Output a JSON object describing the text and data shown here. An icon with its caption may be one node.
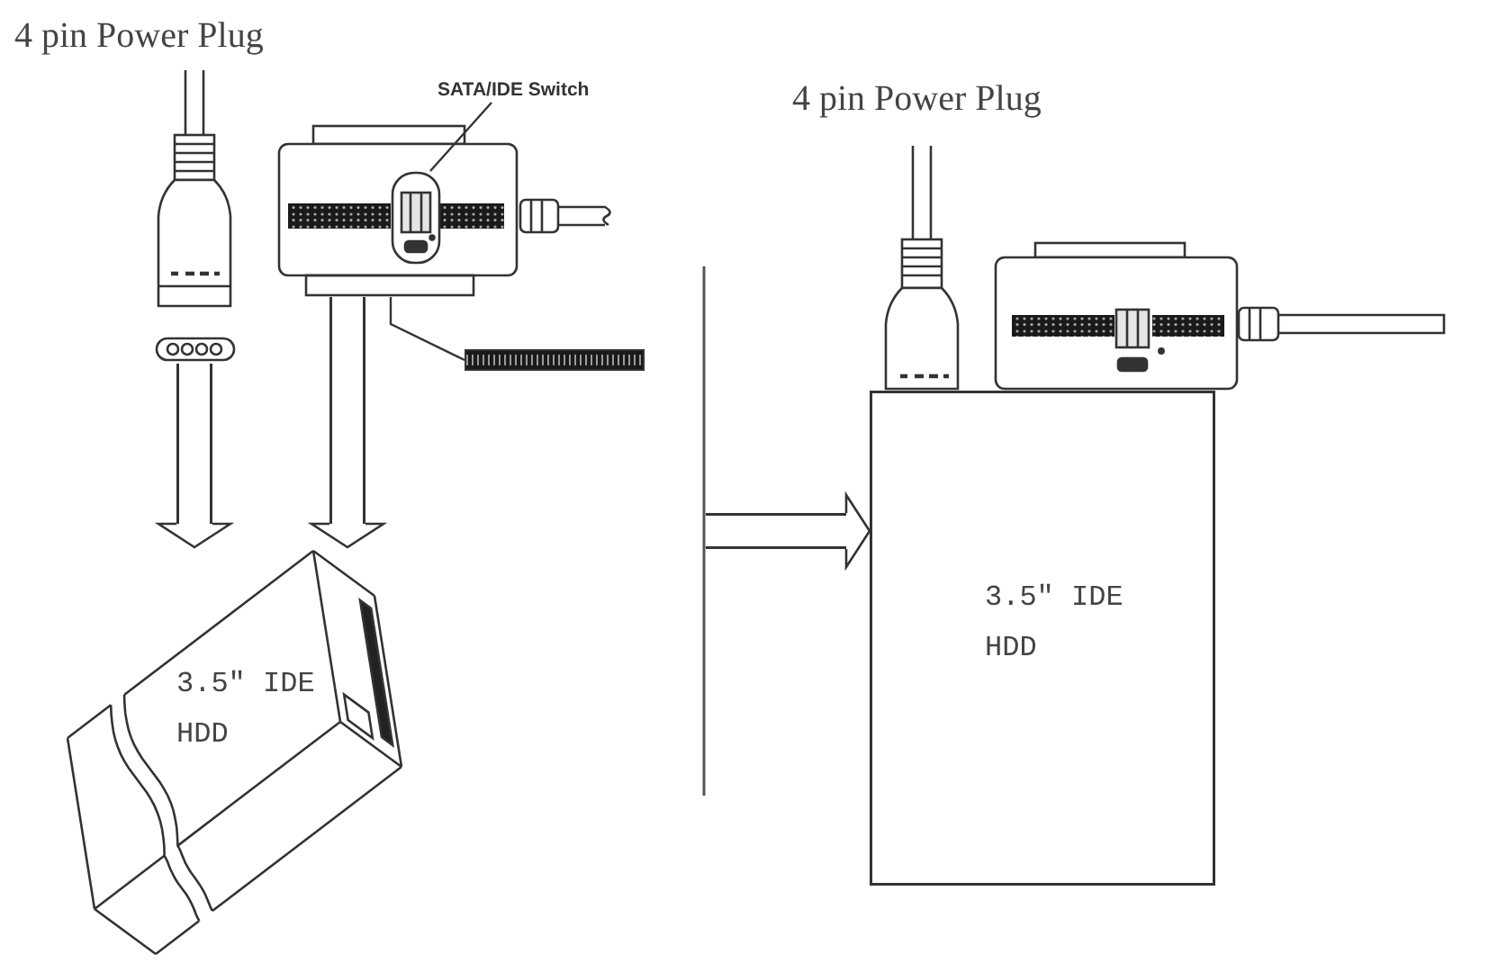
{
  "diagram": {
    "nodes": [
      {
        "text": [],
        "shape": "picture",
        "beside": [
          "4 pin Power Plug"
        ]
      },
      {
        "text": [
          "SATA/IDE Switch"
        ]
      },
      {
        "text": [],
        "shape": "picture"
      },
      {
        "text": [],
        "shape": "picture",
        "in": 2
      },
      {
        "text": [],
        "shape": "bar"
      },
      {
        "text": [
          "3.5\" IDE HDD"
        ]
      },
      {
        "text": [],
        "shape": "picture",
        "beside": [
          "4 pin Power Plug"
        ]
      },
      {
        "text": [],
        "shape": "picture"
      },
      {
        "text": [
          "3.5\" IDE HDD"
        ]
      }
    ],
    "edges": [
      {
        "from": 1,
        "to": 3,
        "arrow": "none"
      },
      {
        "from": 2,
        "to": 4,
        "arrow": "none"
      },
      {
        "from": 0,
        "to": 5,
        "arrow": "to",
        "style": "thick"
      },
      {
        "from": 2,
        "to": 5,
        "arrow": "to",
        "style": "thick"
      },
      {
        "from": null,
        "to": 8,
        "arrow": "to",
        "style": "thick"
      }
    ]
  }
}
